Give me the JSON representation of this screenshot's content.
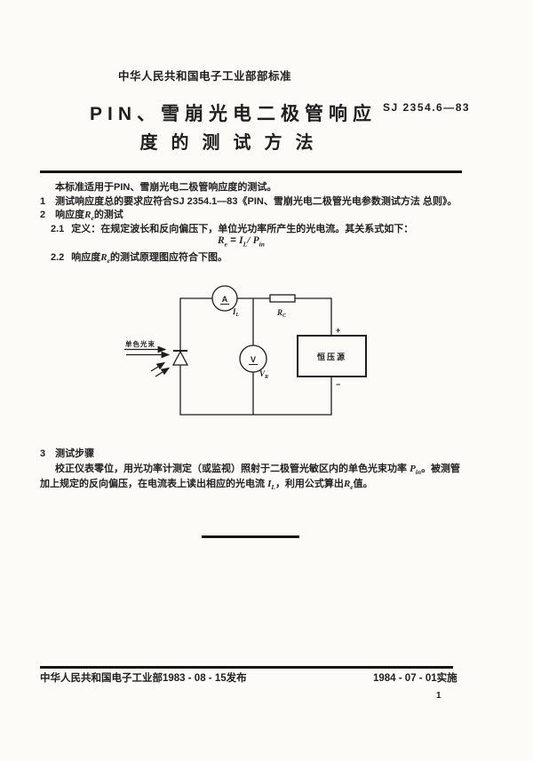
{
  "header": {
    "org": "中华人民共和国电子工业部部标准",
    "title_line1": "PIN、雪崩光电二极管响应",
    "title_line2": "度的测试方法",
    "standard_no": "SJ 2354.6—83"
  },
  "body": {
    "intro": "本标准适用于PIN、雪崩光电二极管响应度的测试。",
    "sec1_no": "1",
    "sec1_text": "测试响应度总的要求应符合SJ 2354.1—83《PIN、雪崩光电二极管光电参数测试方法  总则》。",
    "sec2_no": "2",
    "sec2_pre": "响应度",
    "sec2_var": "R",
    "sec2_var_sub": "e",
    "sec2_post": "的测试",
    "sec21_no": "2.1",
    "sec21_text": "定义：在规定波长和反向偏压下，单位光功率所产生的光电流。其关系式如下：",
    "formula_lhs": "R",
    "formula_lhs_sub": "e",
    "formula_eq": "=",
    "formula_num": "I",
    "formula_num_sub": "L",
    "formula_slash": "/",
    "formula_den": "P",
    "formula_den_sub": "in",
    "sec22_no": "2.2",
    "sec22_pre": "响应度",
    "sec22_var": "R",
    "sec22_var_sub": "e",
    "sec22_post": "的测试原理图应符合下图。",
    "sec3_no": "3",
    "sec3_title": "测试步骤",
    "sec3_p1a": "校正仪表零位，用光功率计测定（或监视）照射于二极管光敏区内的单色光束功率",
    "sec3_p1_var": "P",
    "sec3_p1_var_sub": "in",
    "sec3_p1b": "。被测管",
    "sec3_p2a": "加上规定的反向偏压，在电流表上读出相应的光电流",
    "sec3_p2_var1": "I",
    "sec3_p2_var1_sub": "L",
    "sec3_p2b": "，利用公式算出",
    "sec3_p2_var2": "R",
    "sec3_p2_var2_sub": "e",
    "sec3_p2c": "值。"
  },
  "diagram": {
    "light_beam_label": "单色光束",
    "ammeter_label": "A",
    "ammeter_current": "I",
    "ammeter_current_sub": "L",
    "resistor_label": "R",
    "resistor_label_sub": "C",
    "voltmeter_label": "V",
    "voltage_label": "V",
    "voltage_label_sub": "R",
    "source_label": "恒压源",
    "plus": "+",
    "minus": "−"
  },
  "footer": {
    "issued": "中华人民共和国电子工业部1983 - 08 - 15发布",
    "effective": "1984 - 07 - 01实施",
    "page_no": "1"
  },
  "colors": {
    "ink": "#1e1e1e",
    "paper": "#fcfbf8"
  }
}
